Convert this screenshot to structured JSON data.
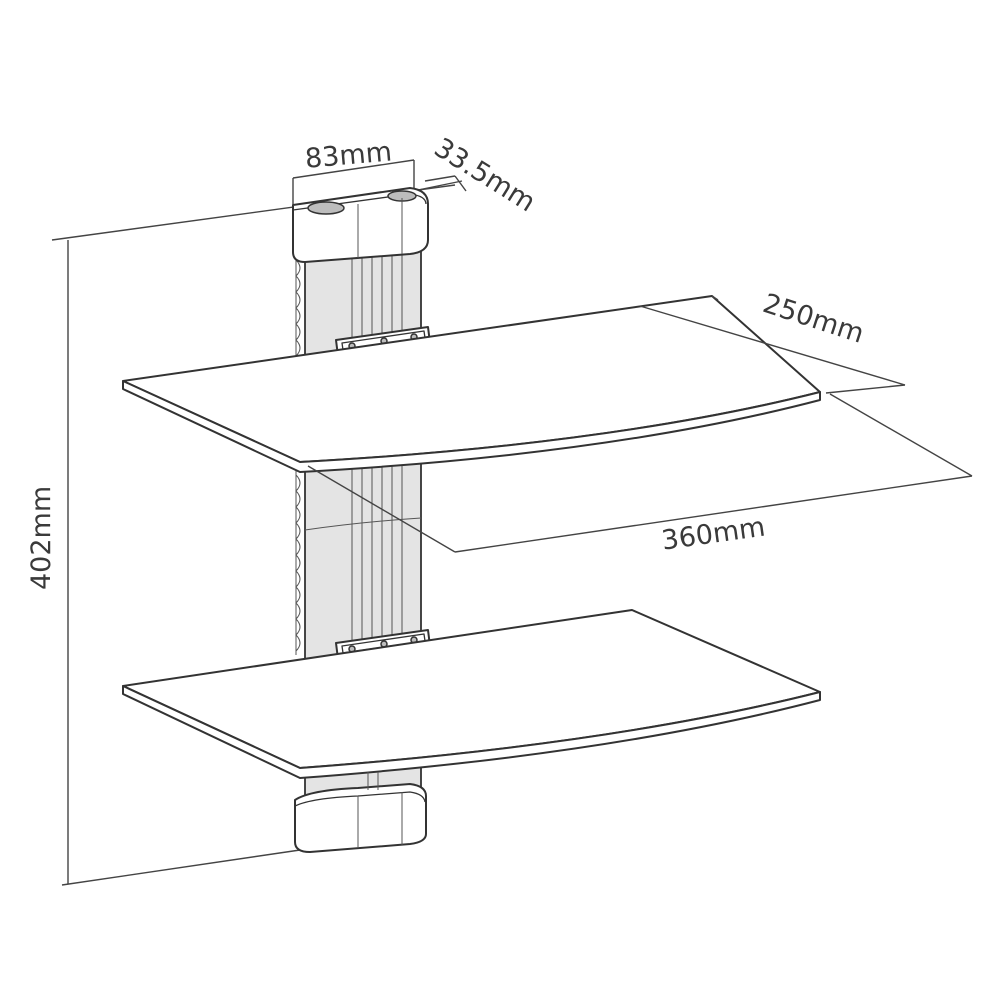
{
  "dimensions": {
    "clamp_width": "83mm",
    "clamp_depth": "33.5mm",
    "shelf_depth": "250mm",
    "shelf_width": "360mm",
    "total_height": "402mm"
  },
  "colors": {
    "line": "#333333",
    "metal": "#e4e4e4",
    "background": "#ffffff"
  }
}
